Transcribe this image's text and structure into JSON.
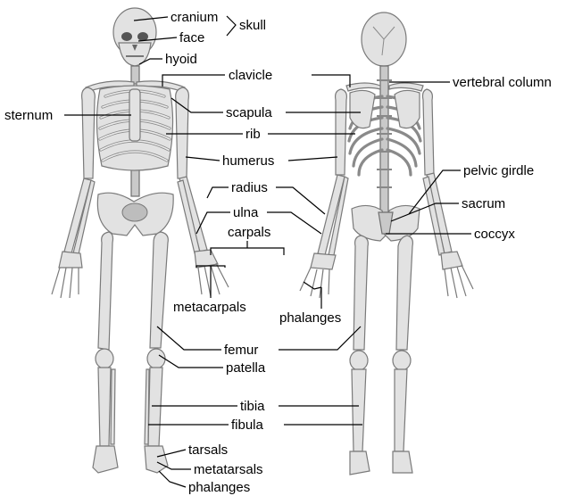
{
  "labels": {
    "cranium": "cranium",
    "face": "face",
    "skull": "skull",
    "hyoid": "hyoid",
    "clavicle": "clavicle",
    "vertebral_column": "vertebral column",
    "sternum": "sternum",
    "scapula": "scapula",
    "rib": "rib",
    "humerus": "humerus",
    "pelvic_girdle": "pelvic girdle",
    "radius": "radius",
    "sacrum": "sacrum",
    "ulna": "ulna",
    "coccyx": "coccyx",
    "carpals": "carpals",
    "metacarpals": "metacarpals",
    "phalanges_hand": "phalanges",
    "femur": "femur",
    "patella": "patella",
    "tibia": "tibia",
    "fibula": "fibula",
    "tarsals": "tarsals",
    "metatarsals": "metatarsals",
    "phalanges_foot": "phalanges"
  },
  "colors": {
    "bone": "#e2e2e2",
    "bone_outline": "#7a7a7a",
    "leader_line": "#000000",
    "background": "#ffffff"
  }
}
